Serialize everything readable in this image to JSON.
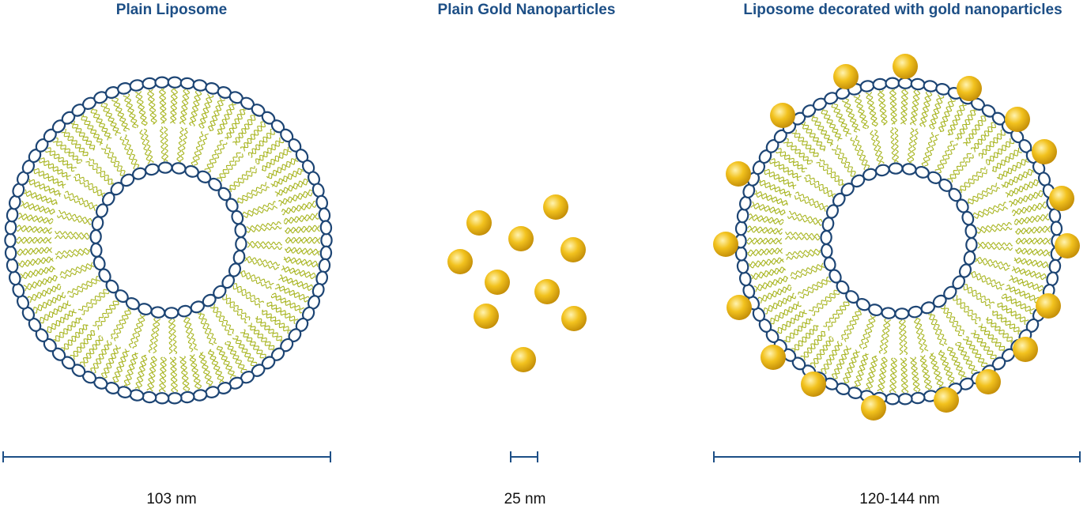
{
  "panels": [
    {
      "id": "plain-liposome",
      "title": "Plain Liposome",
      "size_label": "103 nm"
    },
    {
      "id": "plain-gold",
      "title": "Plain Gold Nanoparticles",
      "size_label": "25 nm"
    },
    {
      "id": "decorated-liposome",
      "title": "Liposome decorated with gold nanoparticles",
      "size_label": "120-144 nm"
    }
  ],
  "colors": {
    "title": "#1d4f86",
    "head_stroke": "#1d4574",
    "tail": "#a8b521",
    "scale_bar": "#1d4f86",
    "gold_light": "#fff3b0",
    "gold_mid": "#f2c21e",
    "gold_dark": "#c08a06",
    "label": "#111111"
  }
}
